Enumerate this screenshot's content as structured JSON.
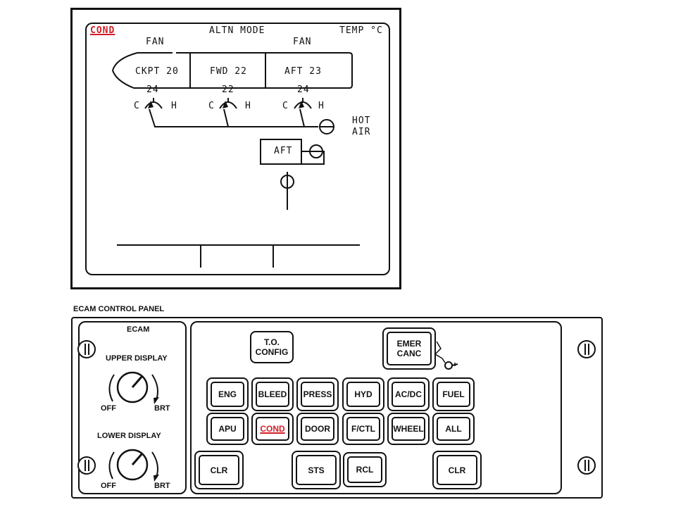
{
  "ecam_page": {
    "title_left": "COND",
    "title_center": "ALTN MODE",
    "title_right": "TEMP °C",
    "fan_left": "FAN",
    "fan_right": "FAN",
    "zones": [
      {
        "label": "CKPT 20",
        "selected_temp": "24"
      },
      {
        "label": "FWD 22",
        "selected_temp": "22"
      },
      {
        "label": "AFT 23",
        "selected_temp": "24"
      }
    ],
    "cold_label": "C",
    "hot_label": "H",
    "hot_air": [
      "HOT",
      "AIR"
    ],
    "aft_box": "AFT"
  },
  "control_panel": {
    "title": "ECAM CONTROL PANEL",
    "ecam_label": "ECAM",
    "upper_display": "UPPER DISPLAY",
    "lower_display": "LOWER DISPLAY",
    "off": "OFF",
    "brt": "BRT",
    "to_config": [
      "T.O.",
      "CONFIG"
    ],
    "emer_canc": [
      "EMER",
      "CANC"
    ],
    "row1": [
      "ENG",
      "BLEED",
      "PRESS",
      "HYD",
      "AC/DC",
      "FUEL"
    ],
    "row2": [
      "APU",
      "COND",
      "DOOR",
      "F/CTL",
      "WHEEL",
      "ALL"
    ],
    "clr_left": "CLR",
    "sts": "STS",
    "rcl": "RCL",
    "clr_right": "CLR"
  },
  "colors": {
    "highlight": "#d21f26",
    "ink": "#111111"
  }
}
